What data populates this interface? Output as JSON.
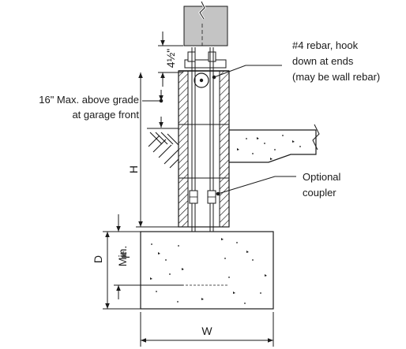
{
  "labels": {
    "rebar_line1": "#4 rebar, hook",
    "rebar_line2": "down at ends",
    "rebar_line3": "(may be wall rebar)",
    "grade_line1": "16\" Max. above grade",
    "grade_line2": "at garage front",
    "coupler_line1": "Optional",
    "coupler_line2": "coupler"
  },
  "dimensions": {
    "top_gap": "4½\"",
    "height": "H",
    "depth": "D",
    "embed": "l",
    "embed_sub": "e",
    "embed_min": "Min.",
    "width": "W"
  },
  "colors": {
    "line": "#1a1a1a",
    "post_fill": "#c4c4c4",
    "hatch": "#1a1a1a"
  }
}
